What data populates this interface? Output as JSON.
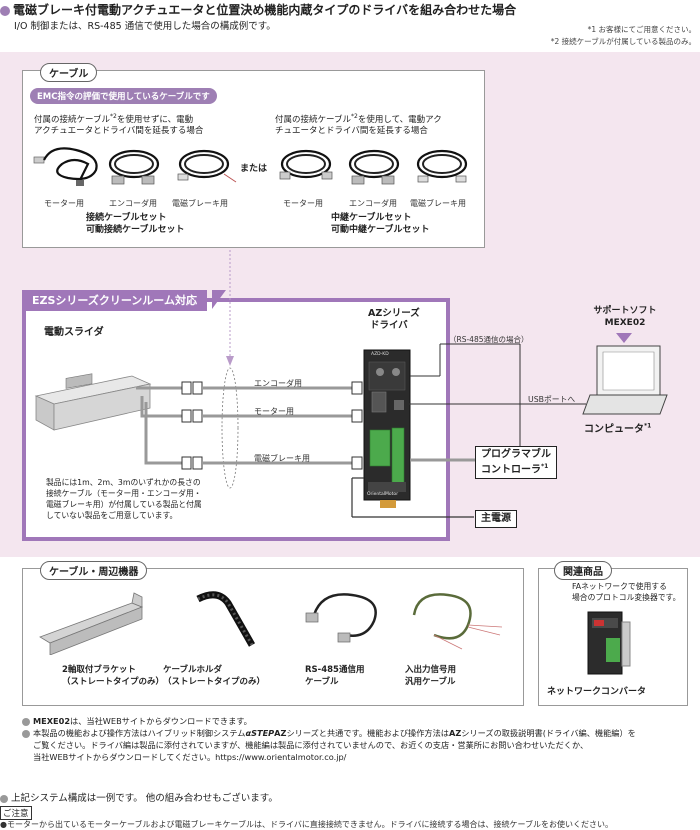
{
  "header": {
    "title": "電磁ブレーキ付電動アクチュエータと位置決め機能内蔵タイプのドライバを組み合わせた場合",
    "subtitle": "I/O 制御または、RS-485 通信で使用した場合の構成例です。",
    "note1": "*1 お客様にてご用意ください。",
    "note2": "*2 接続ケーブルが付属している製品のみ。"
  },
  "cable_section": {
    "tab": "ケーブル",
    "emc_pill": "EMC指令の評価で使用しているケーブルです",
    "left_desc_1": "付属の接続ケーブル",
    "left_desc_sup": "*2",
    "left_desc_2": "を使用せずに、電動",
    "left_desc_3": "アクチュエータとドライバ間を延長する場合",
    "right_desc_1": "付属の接続ケーブル",
    "right_desc_sup": "*2",
    "right_desc_2": "を使用して、電動アク",
    "right_desc_3": "チュエータとドライバ間を延長する場合",
    "or_label": "または",
    "left_captions": [
      "モーター用",
      "エンコーダ用",
      "電磁ブレーキ用"
    ],
    "right_captions": [
      "モーター用",
      "エンコーダ用",
      "電磁ブレーキ用"
    ],
    "left_set_1": "接続ケーブルセット",
    "left_set_2": "可動接続ケーブルセット",
    "right_set_1": "中継ケーブルセット",
    "right_set_2": "可動中継ケーブルセット"
  },
  "system": {
    "ezs_title": "EZSシリーズクリーンルーム対応",
    "slider_label": "電動スライダ",
    "driver_label_1": "AZシリーズ",
    "driver_label_2": "ドライバ",
    "driver_model": "AZD-KD",
    "driver_brand": "OrientalMotor",
    "rs485_note": "（RS-485通信の場合）",
    "cable_encoder": "エンコーダ用",
    "cable_motor": "モーター用",
    "cable_brake": "電磁ブレーキ用",
    "slider_note_1": "製品には1m、2m、3mのいずれかの長さの",
    "slider_note_2": "接続ケーブル（モーター用・エンコーダ用・",
    "slider_note_3": "電磁ブレーキ用）が付属している製品と付属",
    "slider_note_4": "していない製品をご用意しています。",
    "support_soft": "サポートソフト",
    "mexe": "MEXE02",
    "usb_port": "USBポートへ",
    "computer": "コンピュータ",
    "computer_sup": "*1",
    "plc_1": "プログラマブル",
    "plc_2": "コントローラ",
    "plc_sup": "*1",
    "main_power": "主電源"
  },
  "peripherals": {
    "tab": "ケーブル・周辺機器",
    "items": [
      {
        "line1": "2軸取付ブラケット",
        "line2": "（ストレートタイプのみ）"
      },
      {
        "line1": "ケーブルホルダ",
        "line2": "（ストレートタイプのみ）"
      },
      {
        "line1": "RS-485通信用",
        "line2": "ケーブル"
      },
      {
        "line1": "入出力信号用",
        "line2": "汎用ケーブル"
      }
    ]
  },
  "related": {
    "tab": "関連商品",
    "desc_1": "FAネットワークで使用する",
    "desc_2": "場合のプロトコル変換器です。",
    "item": "ネットワークコンバータ"
  },
  "notes": {
    "n1_bold": "MEXE02",
    "n1_rest": "は、当社WEBサイトからダウンロードできます。",
    "n2_a": "本製品の機能および操作方法はハイブリッド制御システム",
    "n2_brand": "αSTEP",
    "n2_az": "AZ",
    "n2_b": "シリーズと共通です。機能および操作方法は",
    "n2_az2": "AZ",
    "n2_c": "シリーズの取扱説明書(ドライバ編、機能編）を",
    "n2_line2": "ご覧ください。ドライバ編は製品に添付されていますが、機能編は製品に添付されていませんので、お近くの支店・営業所にお問い合わせいただくか、",
    "n2_line3": "当社WEBサイトからダウンロードしてください。https://www.orientalmotor.co.jp/"
  },
  "footer": {
    "system_note": "上記システム構成は一例です。 他の組み合わせもございます。",
    "caution_tag": "ご注意",
    "caution_text": "●モーターから出ているモーターケーブルおよび電磁ブレーキケーブルは、ドライバに直接接続できません。ドライバに接続する場合は、接続ケーブルをお使いください。"
  }
}
